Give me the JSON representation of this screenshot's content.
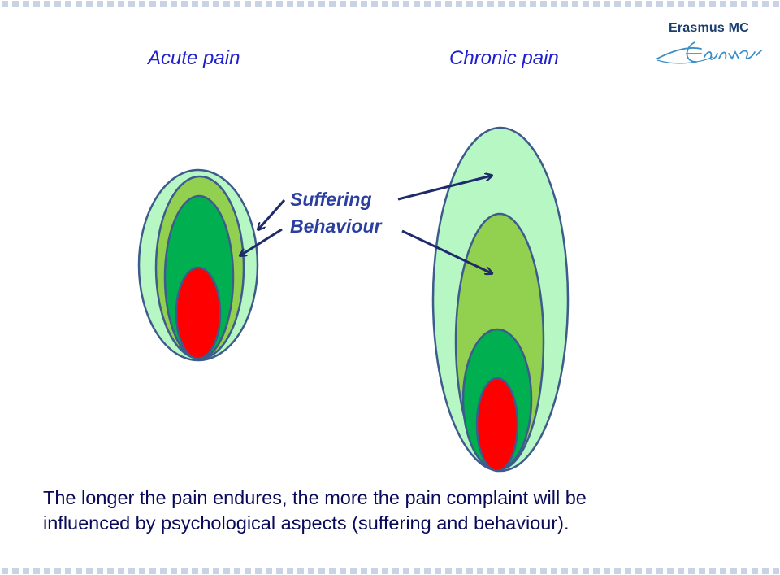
{
  "headings": {
    "acute": "Acute pain",
    "chronic": "Chronic pain"
  },
  "logo": {
    "name": "Erasmus MC",
    "signature": "Erasmus"
  },
  "labels": {
    "suffering": "Suffering",
    "behaviour": "Behaviour"
  },
  "caption": {
    "line1": "The longer the pain endures, the more the pain complaint will be",
    "line2": "influenced by psychological aspects (suffering and behaviour)."
  },
  "colors": {
    "outer_light_green": "#b6f7c4",
    "olive_green": "#92d050",
    "mid_green": "#00b050",
    "red": "#ff0000",
    "outline": "#3d5b8c",
    "arrow": "#1f2a6b",
    "border_square": "#c9d3e3"
  }
}
